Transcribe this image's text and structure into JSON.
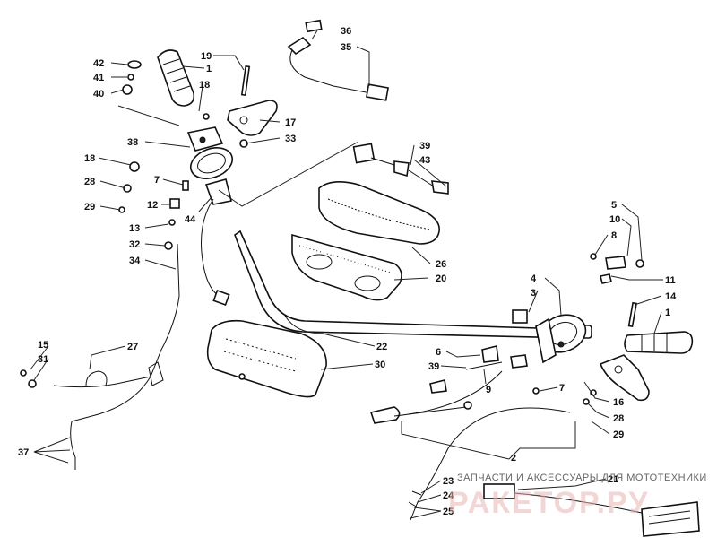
{
  "watermark": {
    "text": "ЗАПЧАСТИ И АКСЕССУАРЫ ДЛЯ МОТОТЕХНИКИ",
    "logo": "РАКЕТОР.РУ"
  },
  "callouts": [
    {
      "id": "c42",
      "label": "42"
    },
    {
      "id": "c41",
      "label": "41"
    },
    {
      "id": "c40",
      "label": "40"
    },
    {
      "id": "c1a",
      "label": "1"
    },
    {
      "id": "c19",
      "label": "19"
    },
    {
      "id": "c18a",
      "label": "18"
    },
    {
      "id": "c36",
      "label": "36"
    },
    {
      "id": "c35",
      "label": "35"
    },
    {
      "id": "c17",
      "label": "17"
    },
    {
      "id": "c33",
      "label": "33"
    },
    {
      "id": "c38",
      "label": "38"
    },
    {
      "id": "c18b",
      "label": "18"
    },
    {
      "id": "c7a",
      "label": "7"
    },
    {
      "id": "c28a",
      "label": "28"
    },
    {
      "id": "c29a",
      "label": "29"
    },
    {
      "id": "c12",
      "label": "12"
    },
    {
      "id": "c44",
      "label": "44"
    },
    {
      "id": "c13",
      "label": "13"
    },
    {
      "id": "c32",
      "label": "32"
    },
    {
      "id": "c34",
      "label": "34"
    },
    {
      "id": "c39a",
      "label": "39"
    },
    {
      "id": "c43",
      "label": "43"
    },
    {
      "id": "c26",
      "label": "26"
    },
    {
      "id": "c20",
      "label": "20"
    },
    {
      "id": "c5",
      "label": "5"
    },
    {
      "id": "c10",
      "label": "10"
    },
    {
      "id": "c8",
      "label": "8"
    },
    {
      "id": "c4",
      "label": "4"
    },
    {
      "id": "c3",
      "label": "3"
    },
    {
      "id": "c11",
      "label": "11"
    },
    {
      "id": "c14",
      "label": "14"
    },
    {
      "id": "c1b",
      "label": "1"
    },
    {
      "id": "c15",
      "label": "15"
    },
    {
      "id": "c31",
      "label": "31"
    },
    {
      "id": "c27",
      "label": "27"
    },
    {
      "id": "c22",
      "label": "22"
    },
    {
      "id": "c6",
      "label": "6"
    },
    {
      "id": "c39b",
      "label": "39"
    },
    {
      "id": "c9",
      "label": "9"
    },
    {
      "id": "c30",
      "label": "30"
    },
    {
      "id": "c7b",
      "label": "7"
    },
    {
      "id": "c16",
      "label": "16"
    },
    {
      "id": "c28b",
      "label": "28"
    },
    {
      "id": "c29b",
      "label": "29"
    },
    {
      "id": "c37",
      "label": "37"
    },
    {
      "id": "c2",
      "label": "2"
    },
    {
      "id": "c23",
      "label": "23"
    },
    {
      "id": "c21",
      "label": "21"
    },
    {
      "id": "c24",
      "label": "24"
    },
    {
      "id": "c25",
      "label": "25"
    }
  ]
}
